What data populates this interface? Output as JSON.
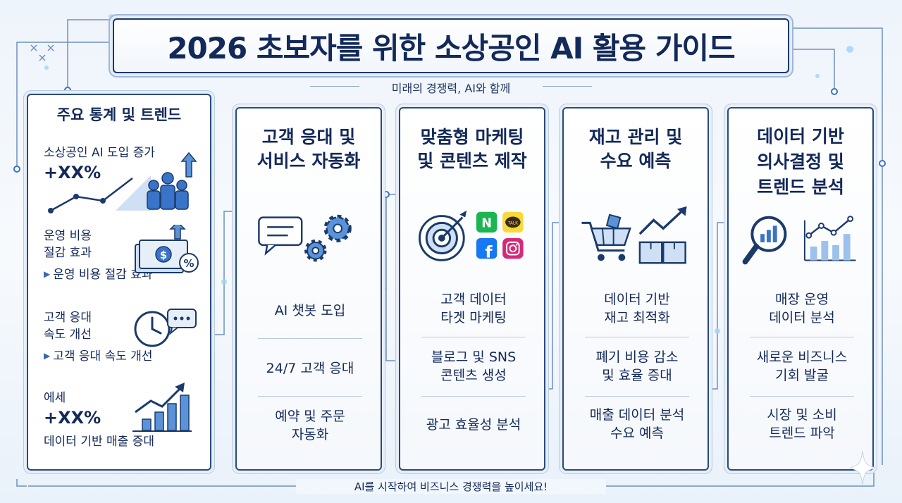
{
  "title": "2026 초보자를 위한 소상공인 AI 활용 가이드",
  "subtitle": "미래의 경쟁력, AI와 함께",
  "stats": {
    "heading": "주요 통계 및 트렌드",
    "items": [
      {
        "label": "소상공인 AI 도입 증가",
        "big": "+XX%",
        "note": "",
        "icon": "growth-chart-people-icon"
      },
      {
        "label": "운영 비용\n절감 효과",
        "big": "",
        "note": "운영 비용 절감 효과",
        "icon": "money-percent-icon"
      },
      {
        "label": "고객 응대\n속도 개선",
        "big": "",
        "note": "고객 응대 속도 개선",
        "icon": "clock-chat-icon"
      },
      {
        "label": "에세",
        "big": "+XX%",
        "note": "데이터 기반 매출 증대",
        "icon": "bar-growth-icon"
      }
    ]
  },
  "cards": [
    {
      "title": "고객 응대 및\n서비스 자동화",
      "icon": "chat-gears-icon",
      "items": [
        "AI 챗봇 도입",
        "24/7 고객 응대",
        "예약 및 주문\n자동화"
      ]
    },
    {
      "title": "맞춤형 마케팅\n및 콘텐츠 제작",
      "icon": "target-social-icon",
      "social": {
        "n": "N",
        "talk": "TALK"
      },
      "items": [
        "고객 데이터\n타겟 마케팅",
        "블로그 및 SNS\n콘텐츠 생성",
        "광고 효율성 분석"
      ]
    },
    {
      "title": "재고 관리 및\n수요 예측",
      "icon": "cart-boxes-icon",
      "items": [
        "데이터 기반\n재고 최적화",
        "폐기 비용 감소\n및 효율 증대",
        "매출 데이터 분석\n수요 예측"
      ]
    },
    {
      "title": "데이터 기반\n의사결정 및\n트렌드 분석",
      "icon": "magnifier-chart-icon",
      "items": [
        "매장 운영\n데이터 분석",
        "새로운 비즈니스\n기회 발굴",
        "시장 및 소비\n트렌드 파악"
      ]
    }
  ],
  "footer": "AI를 시작하여 비즈니스 경쟁력을 높이세요!",
  "colors": {
    "navy": "#13295a",
    "accent": "#3a74c8",
    "light": "#cfe0f5"
  }
}
